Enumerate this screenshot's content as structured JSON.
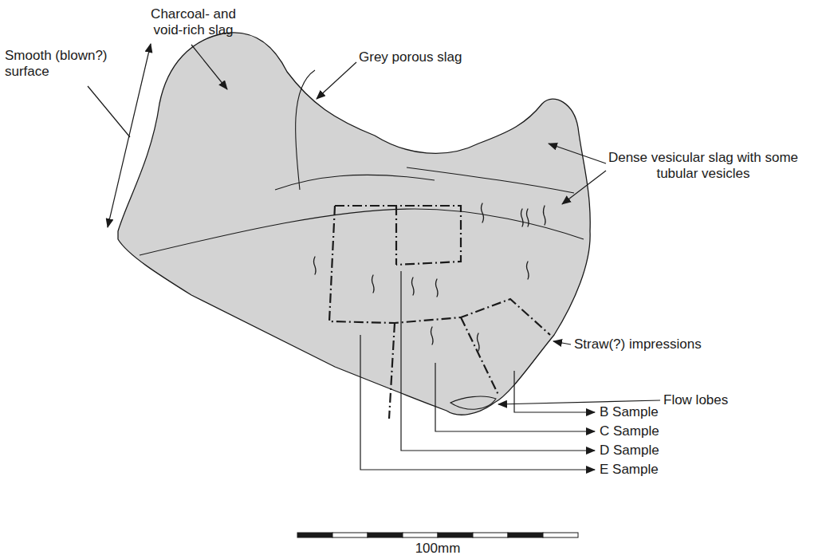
{
  "diagram": {
    "labels": [
      "Charcoal- and void-rich slag",
      "Smooth (blown?) surface",
      "Grey porous slag",
      "Dense vesicular slag with some tubular vesicles",
      "Straw(?) impressions",
      "B Sample",
      "Flow lobes",
      "C Sample",
      "D Sample",
      "E Sample",
      "100mm"
    ]
  }
}
